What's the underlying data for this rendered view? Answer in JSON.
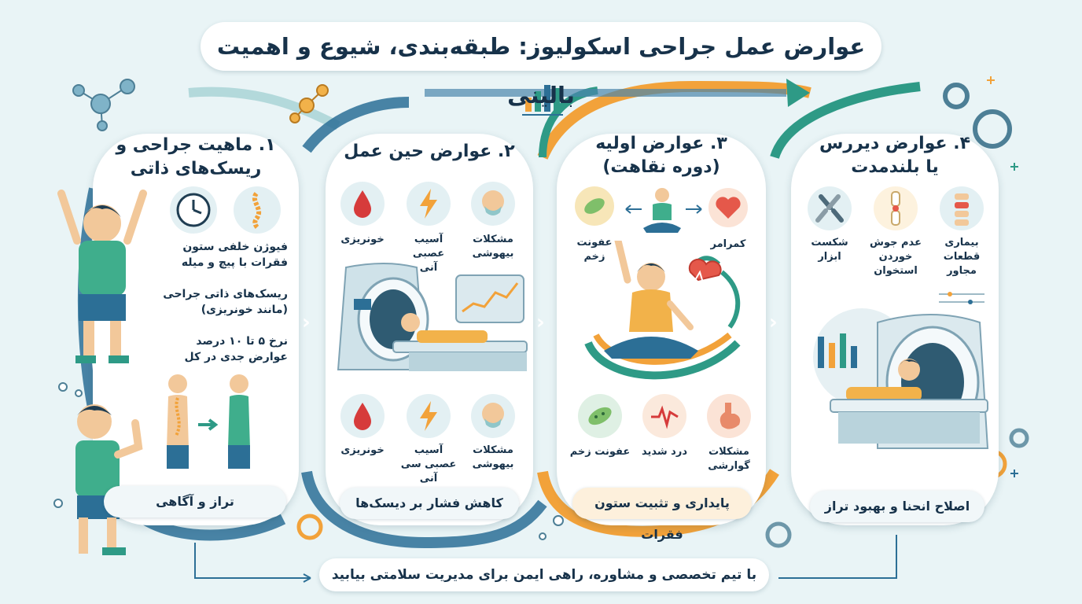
{
  "title": "عوارض عمل جراحی اسکولیوز: طبقه‌بندی، شیوع و اهمیت بالینی",
  "colors": {
    "teal": "#1f8a8a",
    "blue": "#2c6f96",
    "orange": "#f2a23a",
    "green": "#2e9a86",
    "red": "#d63b3b",
    "background": "#e9f4f6"
  },
  "panel1": {
    "heading_line1": "۱. ماهیت جراحی و",
    "heading_line2": "ریسک‌های ذاتی",
    "icons": [
      "clock-icon",
      "spine-icon"
    ],
    "items": [
      "فیوژن خلفی ستون فقرات با پیچ و میله",
      "ریسک‌های ذاتی جراحی (مانند خونریزی)",
      "نرخ ۵ تا ۱۰ درصد عوارض جدی در کل"
    ],
    "footer": "تراز و آگاهی"
  },
  "panel2": {
    "heading": "۲. عوارض حین عمل",
    "top_icons": [
      {
        "name": "blood-drop-icon",
        "label": "خونریزی"
      },
      {
        "name": "lightning-icon",
        "label": "آسیب عصبی آنی"
      },
      {
        "name": "anesthesia-mask-icon",
        "label": "مشکلات بیهوشی"
      }
    ],
    "bottom_icons": [
      {
        "name": "blood-drop-icon",
        "label": "خونریزی"
      },
      {
        "name": "lightning-icon",
        "label": "آسیب عصبی سی آنی"
      },
      {
        "name": "anesthesia-mask-icon",
        "label": "مشکلات بیهوشی"
      }
    ],
    "footer": "کاهش فشار بر دیسک‌ها"
  },
  "panel3": {
    "heading_line1": "۳. عوارض اولیه",
    "heading_line2": "(دوره نقاهت)",
    "top_labels": {
      "left": "عفونت زخم",
      "right": "کمرامر"
    },
    "bottom_icons": [
      {
        "name": "bacteria-icon",
        "label": "عفونت زخم"
      },
      {
        "name": "pain-bolt-icon",
        "label": "درد شدید"
      },
      {
        "name": "stomach-icon",
        "label": "مشکلات گوارشی"
      }
    ],
    "footer": "پایداری و تثبیت ستون فقرات"
  },
  "panel4": {
    "heading_line1": "۴. عوارض دیررس",
    "heading_line2": "یا بلندمدت",
    "icons": [
      {
        "name": "broken-screw-icon",
        "label": "شکست ابزار"
      },
      {
        "name": "bone-joint-icon",
        "label": "عدم جوش خوردن استخوان"
      },
      {
        "name": "vertebrae-icon",
        "label": "بیماری قطعات مجاور"
      }
    ],
    "footer": "اصلاح انحنا و بهبود تراز"
  },
  "bottom_message": "با تیم تخصصی و مشاوره، راهی ایمن برای مدیریت سلامتی بیابید"
}
